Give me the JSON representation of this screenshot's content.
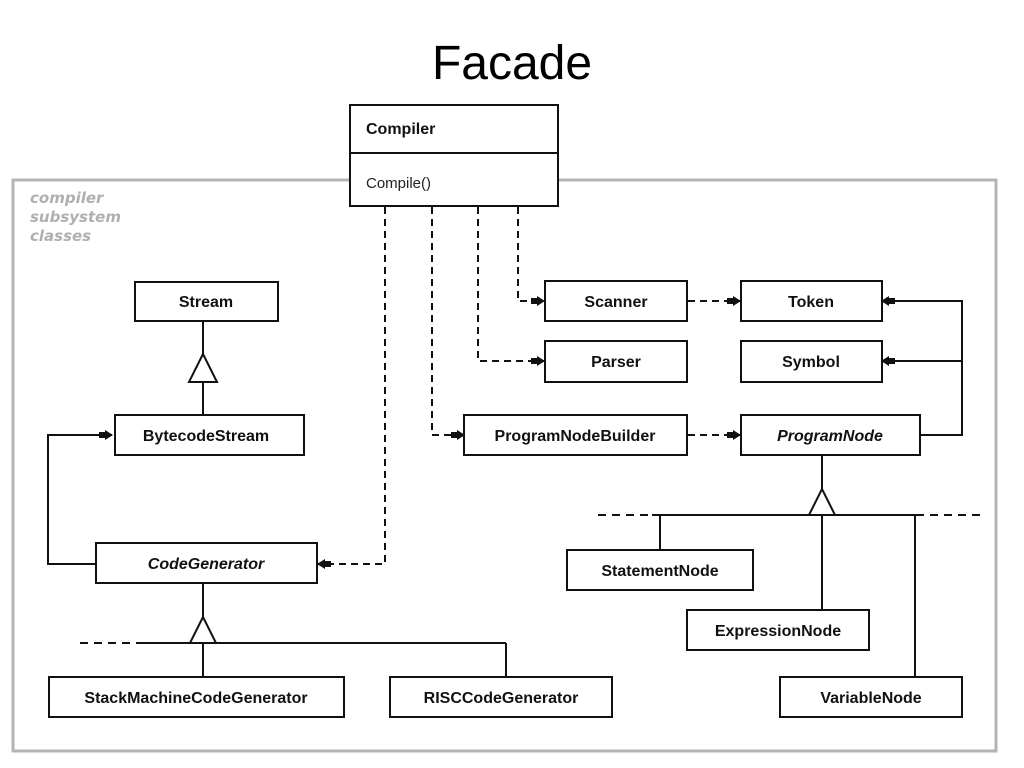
{
  "title": "Facade",
  "subsystem_label": [
    "compiler",
    "subsystem",
    "classes"
  ],
  "facade_class": {
    "name": "Compiler",
    "operations": [
      "Compile()"
    ]
  },
  "classes": {
    "scanner": "Scanner",
    "token": "Token",
    "parser": "Parser",
    "symbol": "Symbol",
    "program_node_builder": "ProgramNodeBuilder",
    "program_node": "ProgramNode",
    "stream": "Stream",
    "bytecode_stream": "BytecodeStream",
    "code_generator": "CodeGenerator",
    "stack_machine_code_generator": "StackMachineCodeGenerator",
    "risc_code_generator": "RISCCodeGenerator",
    "statement_node": "StatementNode",
    "expression_node": "ExpressionNode",
    "variable_node": "VariableNode"
  },
  "abstract_classes": [
    "ProgramNode",
    "CodeGenerator"
  ],
  "relationships": [
    {
      "from": "Compiler",
      "to": "Scanner",
      "type": "dependency"
    },
    {
      "from": "Compiler",
      "to": "Parser",
      "type": "dependency"
    },
    {
      "from": "Compiler",
      "to": "ProgramNodeBuilder",
      "type": "dependency"
    },
    {
      "from": "Compiler",
      "to": "CodeGenerator",
      "type": "dependency"
    },
    {
      "from": "Scanner",
      "to": "Token",
      "type": "dependency"
    },
    {
      "from": "ProgramNodeBuilder",
      "to": "ProgramNode",
      "type": "dependency"
    },
    {
      "from": "ProgramNode",
      "to": "Token",
      "type": "association"
    },
    {
      "from": "ProgramNode",
      "to": "Symbol",
      "type": "association"
    },
    {
      "from": "CodeGenerator",
      "to": "BytecodeStream",
      "type": "association"
    },
    {
      "from": "BytecodeStream",
      "to": "Stream",
      "type": "inheritance"
    },
    {
      "from": "StackMachineCodeGenerator",
      "to": "CodeGenerator",
      "type": "inheritance"
    },
    {
      "from": "RISCCodeGenerator",
      "to": "CodeGenerator",
      "type": "inheritance"
    },
    {
      "from": "StatementNode",
      "to": "ProgramNode",
      "type": "inheritance"
    },
    {
      "from": "ExpressionNode",
      "to": "ProgramNode",
      "type": "inheritance"
    },
    {
      "from": "VariableNode",
      "to": "ProgramNode",
      "type": "inheritance"
    }
  ],
  "colors": {
    "line": "#111111",
    "frame": "#b4b4b4",
    "subsystem_label": "#b0b0b0"
  }
}
